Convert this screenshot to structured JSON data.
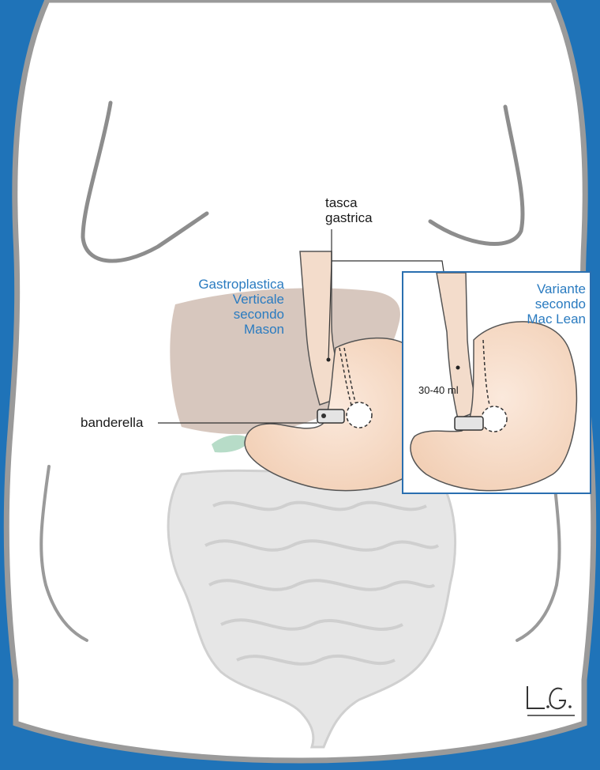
{
  "labels": {
    "tasca_gastrica_1": "tasca",
    "tasca_gastrica_2": "gastrica",
    "banderella": "banderella",
    "volume": "30-40 ml",
    "signature": "L.G."
  },
  "procedure_main": {
    "line1": "Gastroplastica",
    "line2": "Verticale",
    "line3": "secondo",
    "line4": "Mason"
  },
  "procedure_variant": {
    "line1": "Variante",
    "line2": "secondo",
    "line3": "Mac Lean"
  },
  "colors": {
    "background": "#1f73b8",
    "body": "#ffffff",
    "label_blue": "#2a7bc0",
    "liver": "#c9b4a8",
    "stomach": "#f6dcc8",
    "intestine": "#e6e6e6",
    "gallbladder": "#b7dcc8"
  }
}
